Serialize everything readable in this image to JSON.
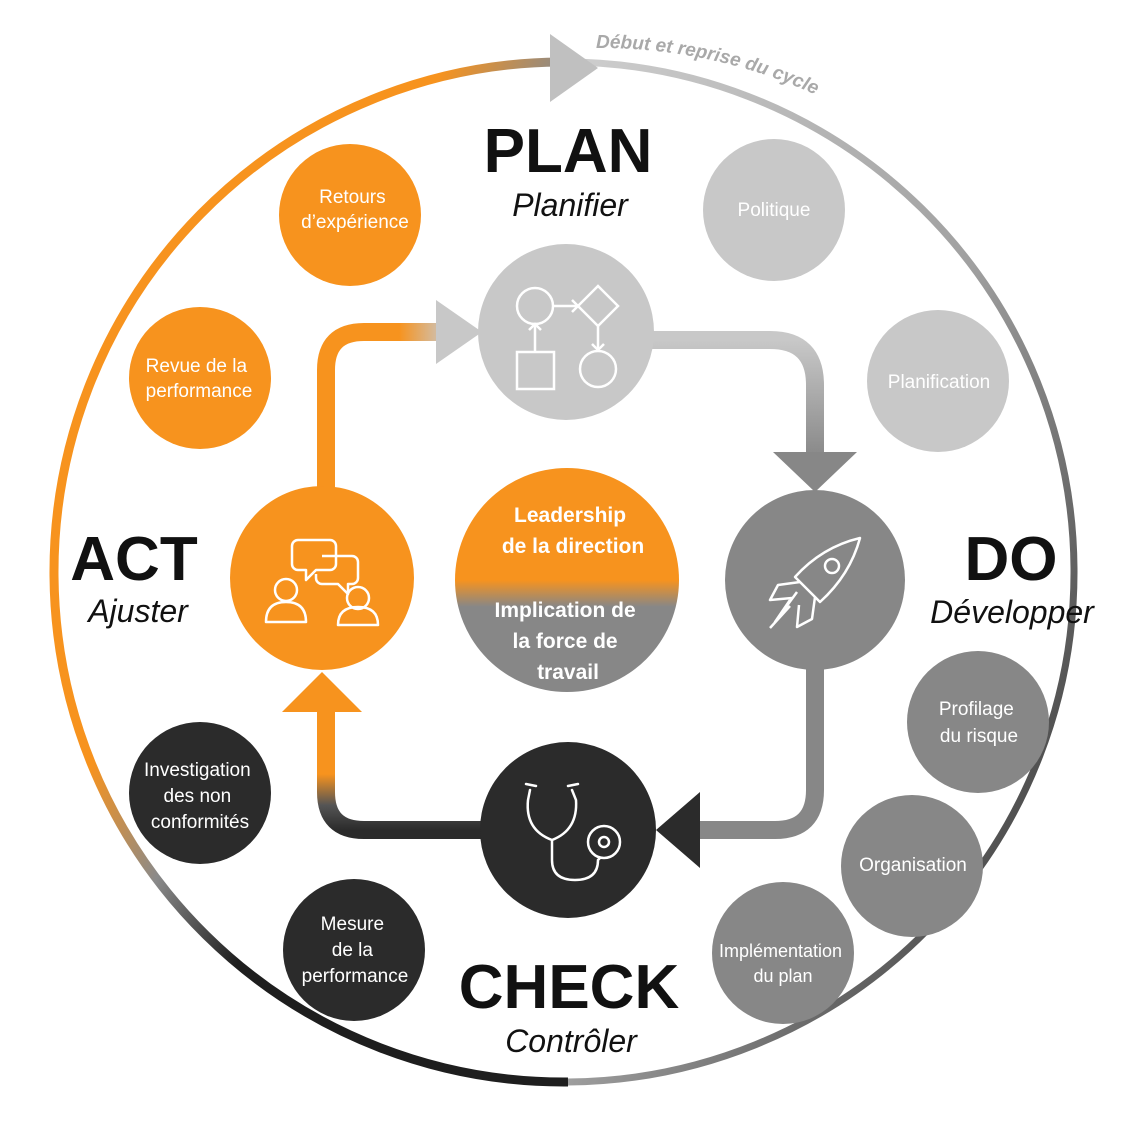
{
  "cycle_label": "Début et reprise du cycle",
  "phases": {
    "plan": {
      "title": "PLAN",
      "subtitle": "Planifier"
    },
    "do": {
      "title": "DO",
      "subtitle": "Développer"
    },
    "check": {
      "title": "CHECK",
      "subtitle": "Contrôler"
    },
    "act": {
      "title": "ACT",
      "subtitle": "Ajuster"
    }
  },
  "center": {
    "top_lines": [
      "Leadership",
      "de la direction"
    ],
    "bottom_lines": [
      "Implication de",
      "la force de",
      "travail"
    ]
  },
  "bubbles": {
    "retours": [
      "Retours",
      "d’expérience"
    ],
    "revue": [
      "Revue de la",
      "performance"
    ],
    "politique": [
      "Politique"
    ],
    "planification": [
      "Planification"
    ],
    "profilage": [
      "Profilage",
      "du risque"
    ],
    "organisation": [
      "Organisation"
    ],
    "implementation": [
      "Implémentation",
      "du plan"
    ],
    "mesure": [
      "Mesure",
      "de la",
      "performance"
    ],
    "investigation": [
      "Investigation",
      "des non",
      "conformités"
    ]
  },
  "colors": {
    "orange": "#f7931e",
    "light_gray": "#c8c8c8",
    "mid_gray": "#878787",
    "dark": "#2b2b2b",
    "label_gray": "#a9a9a9"
  },
  "icons": {
    "plan": "flowchart-icon",
    "do": "rocket-icon",
    "check": "stethoscope-icon",
    "act": "discussion-people-icon"
  }
}
